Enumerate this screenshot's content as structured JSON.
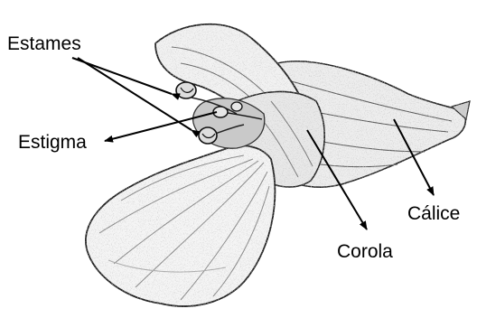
{
  "diagram": {
    "labels": {
      "estames": "Estames",
      "estigma": "Estigma",
      "calice": "Cálice",
      "corola": "Corola"
    },
    "colors": {
      "ink": "#000000",
      "petal_fill": "#f4f4f4",
      "shade": "#9a9a9a",
      "background": "#ffffff"
    }
  }
}
